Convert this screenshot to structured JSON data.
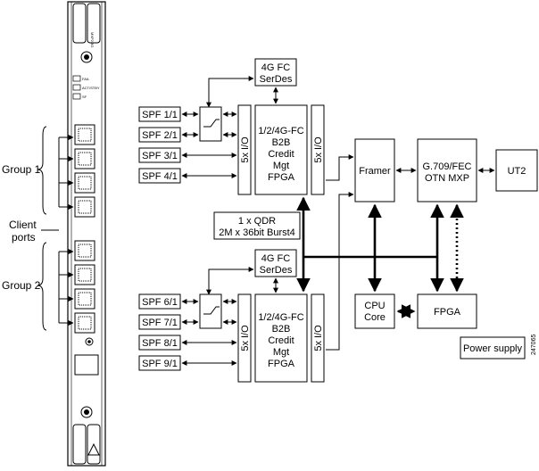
{
  "card": {
    "top_label": "MXP2.5G",
    "led_labels": [
      "FAIL",
      "ACT/STBY",
      "SF"
    ],
    "client_group_1": "Group 1",
    "client_group_2": "Group 2",
    "client_ports_line1": "Client",
    "client_ports_line2": "ports"
  },
  "blocks": {
    "serdes_top": [
      "4G FC",
      "SerDes"
    ],
    "serdes_bottom": [
      "4G FC",
      "SerDes"
    ],
    "sfp_top": [
      "SPF 1/1",
      "SPF 2/1",
      "SPF 3/1",
      "SPF 4/1"
    ],
    "sfp_bottom": [
      "SPF 6/1",
      "SPF 7/1",
      "SPF 8/1",
      "SPF 9/1"
    ],
    "io_label": "5x I/O",
    "fpga_top": [
      "1/2/4G-FC",
      "B2B",
      "Credit",
      "Mgt",
      "FPGA"
    ],
    "fpga_bottom": [
      "1/2/4G-FC",
      "B2B",
      "Credit",
      "Mgt",
      "FPGA"
    ],
    "qdr": [
      "1 x QDR",
      "2M x 36bit Burst4"
    ],
    "framer": "Framer",
    "otn": [
      "G.709/FEC",
      "OTN MXP"
    ],
    "ut2": "UT2",
    "cpu": [
      "CPU",
      "Core"
    ],
    "fpga": "FPGA",
    "power": "Power supply",
    "figure_id": "247065"
  }
}
